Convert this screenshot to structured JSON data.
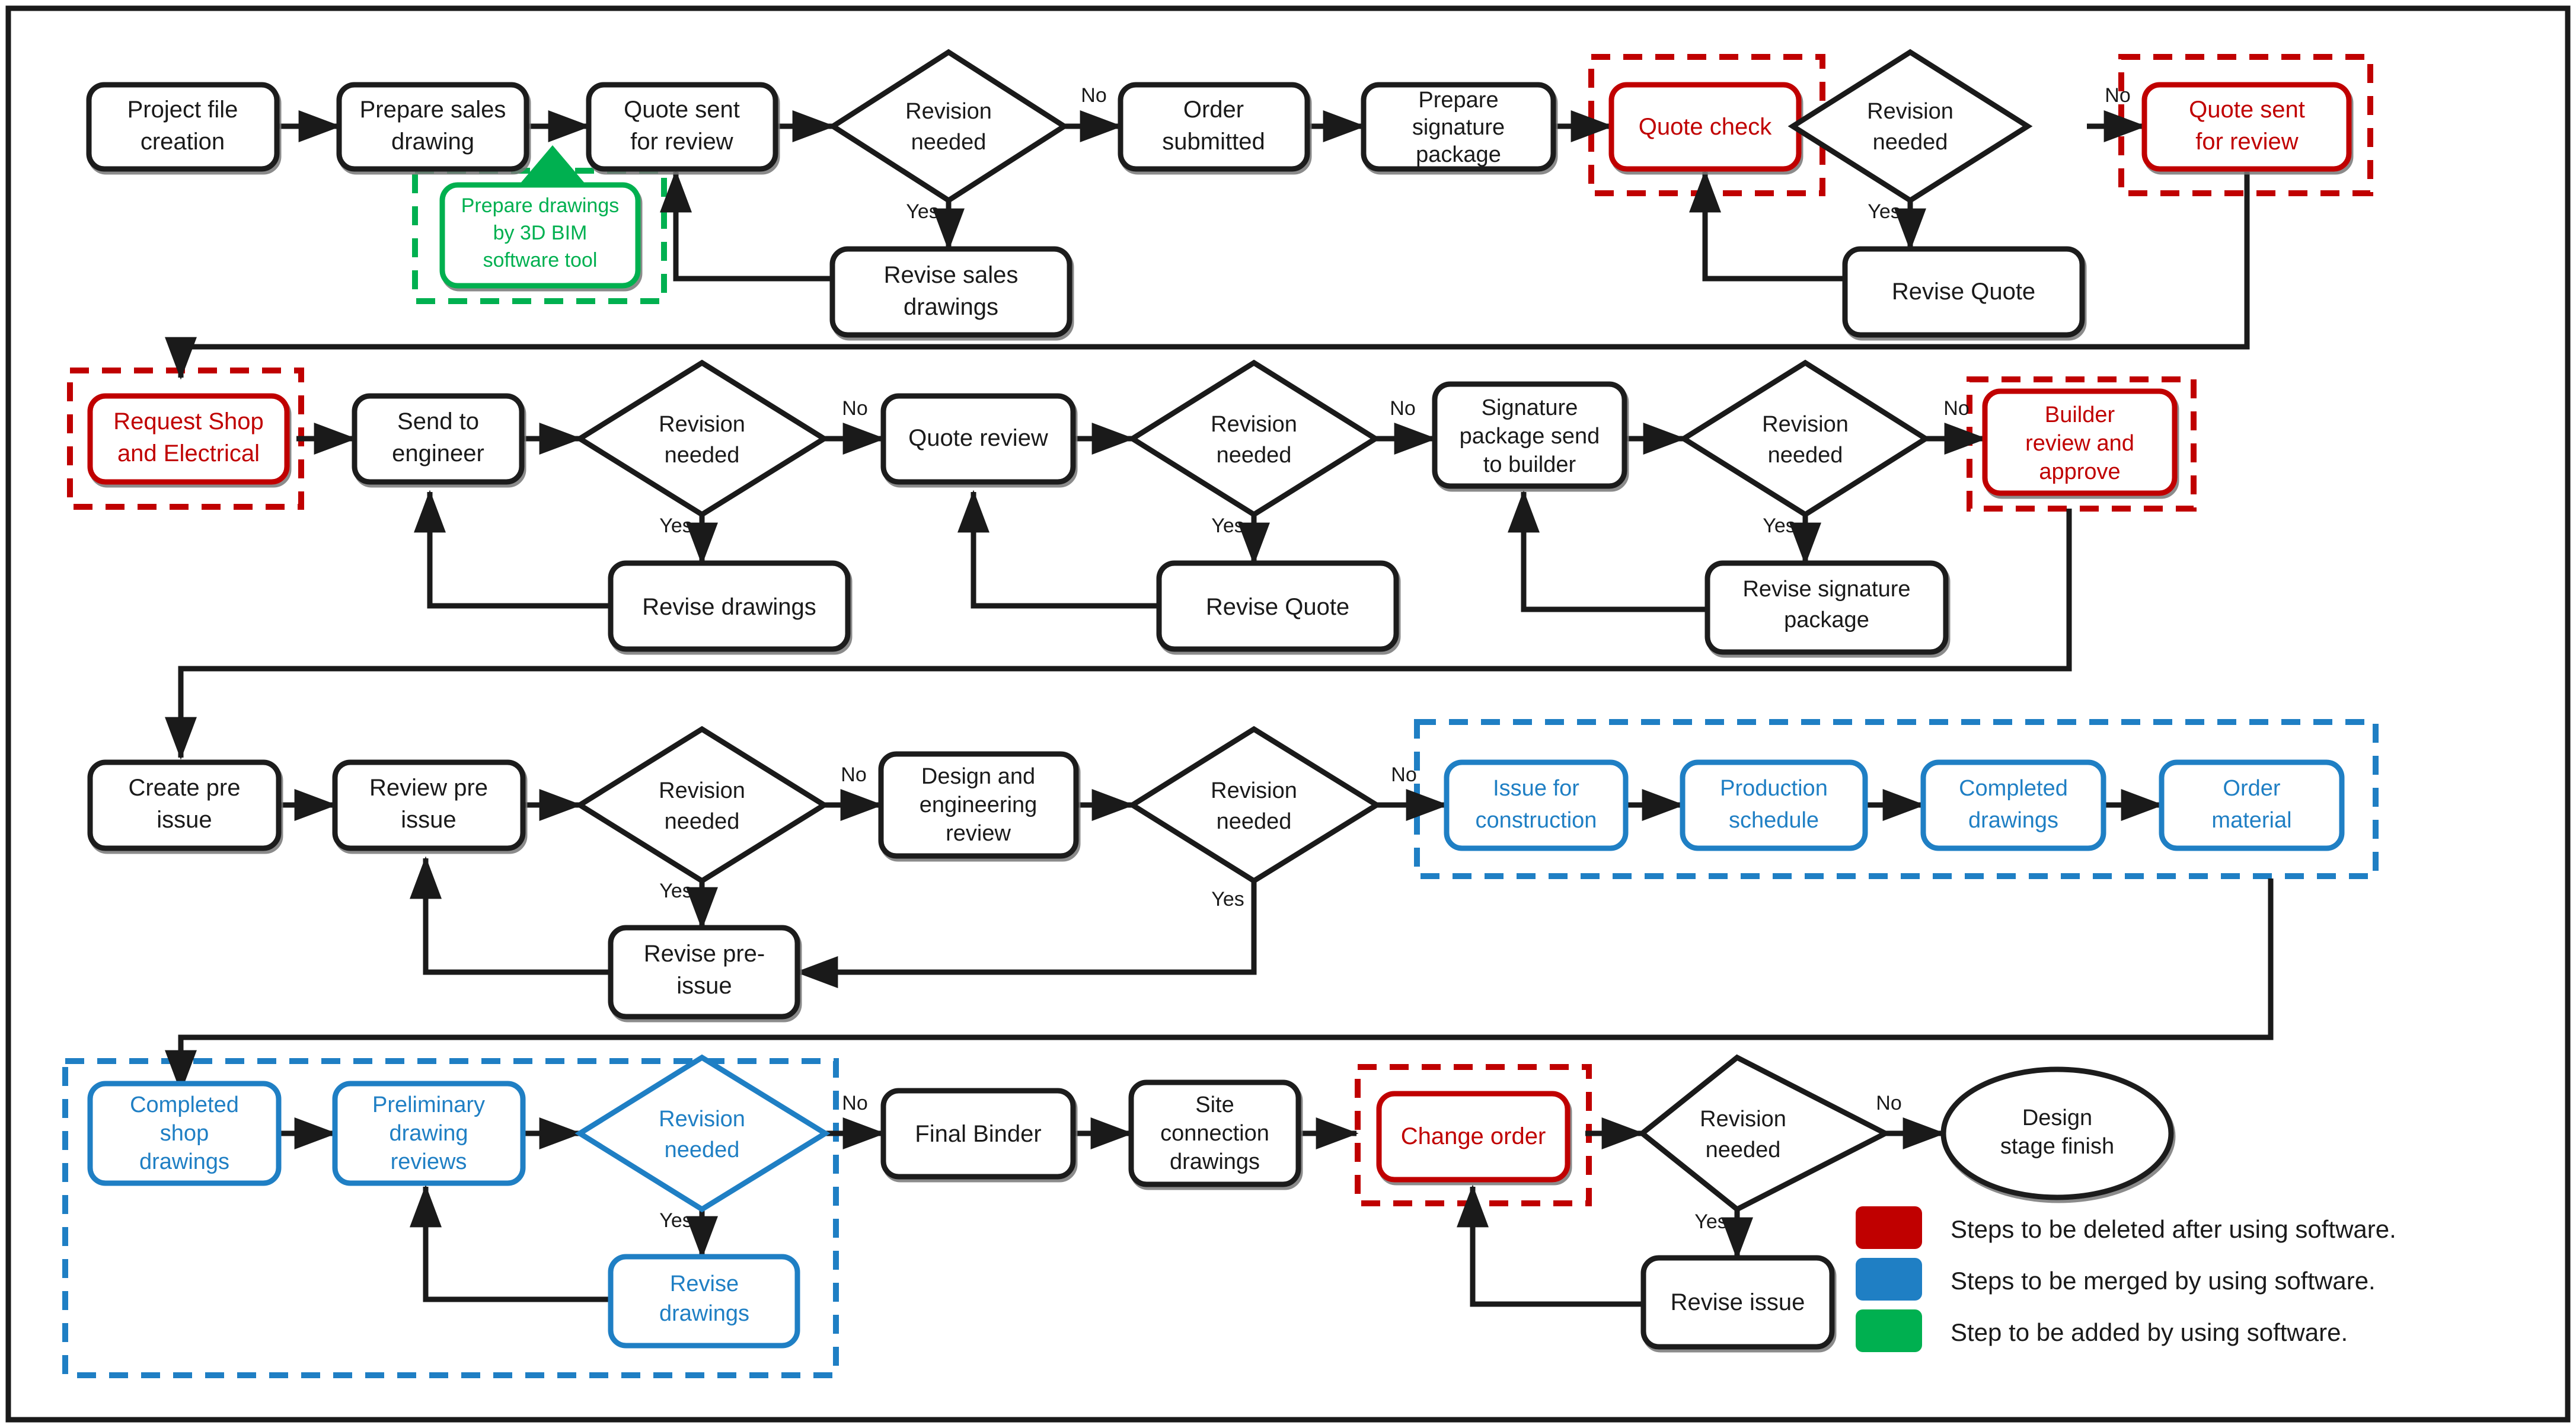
{
  "diagram": {
    "title": "Design stage process flowchart with software improvement annotations",
    "colors": {
      "black": "#1a1a1a",
      "red": "#c00000",
      "blue": "#1f7fc4",
      "green": "#00b050",
      "white": "#ffffff"
    },
    "edge_labels": {
      "yes": "Yes",
      "no": "No"
    }
  },
  "legend": {
    "items": [
      {
        "color": "#c00000",
        "label": "Steps to be deleted after using software."
      },
      {
        "color": "#1f7fc4",
        "label": "Steps to be merged by using software."
      },
      {
        "color": "#00b050",
        "label": "Step to be added by using software."
      }
    ]
  },
  "rows": [
    {
      "id": "row-1",
      "nodes": [
        {
          "id": "project-file-creation",
          "shape": "process",
          "color": "black",
          "lines": [
            "Project file",
            "creation"
          ]
        },
        {
          "id": "prepare-sales-drawing",
          "shape": "process",
          "color": "black",
          "lines": [
            "Prepare sales",
            "drawing"
          ]
        },
        {
          "id": "quote-sent-for-review-1",
          "shape": "process",
          "color": "black",
          "lines": [
            "Quote sent",
            "for review"
          ]
        },
        {
          "id": "revision-needed-1",
          "shape": "decision",
          "color": "black",
          "lines": [
            "Revision",
            "needed"
          ]
        },
        {
          "id": "order-submitted",
          "shape": "process",
          "color": "black",
          "lines": [
            "Order",
            "submitted"
          ]
        },
        {
          "id": "prepare-signature-package",
          "shape": "process",
          "color": "black",
          "lines": [
            "Prepare",
            "signature",
            "package"
          ]
        },
        {
          "id": "quote-check",
          "shape": "process",
          "color": "red",
          "highlight": "red-dashed",
          "lines": [
            "Quote check"
          ]
        },
        {
          "id": "revision-needed-2",
          "shape": "decision",
          "color": "black",
          "lines": [
            "Revision",
            "needed"
          ]
        },
        {
          "id": "quote-sent-for-review-2",
          "shape": "process",
          "color": "red",
          "highlight": "red-dashed",
          "lines": [
            "Quote sent",
            "for review"
          ]
        },
        {
          "id": "revise-sales-drawings",
          "shape": "process",
          "color": "black",
          "lines": [
            "Revise sales",
            "drawings"
          ]
        },
        {
          "id": "revise-quote-1",
          "shape": "process",
          "color": "black",
          "lines": [
            "Revise Quote"
          ]
        },
        {
          "id": "prepare-drawings-3d-bim",
          "shape": "process",
          "color": "green",
          "highlight": "green-dashed",
          "lines": [
            "Prepare drawings",
            "by 3D BIM",
            "software tool"
          ]
        }
      ]
    },
    {
      "id": "row-2",
      "nodes": [
        {
          "id": "request-shop-and-electrical",
          "shape": "process",
          "color": "red",
          "highlight": "red-dashed",
          "lines": [
            "Request Shop",
            "and Electrical"
          ]
        },
        {
          "id": "send-to-engineer",
          "shape": "process",
          "color": "black",
          "lines": [
            "Send to",
            "engineer"
          ]
        },
        {
          "id": "revision-needed-3",
          "shape": "decision",
          "color": "black",
          "lines": [
            "Revision",
            "needed"
          ]
        },
        {
          "id": "quote-review",
          "shape": "process",
          "color": "black",
          "lines": [
            "Quote review"
          ]
        },
        {
          "id": "revision-needed-4",
          "shape": "decision",
          "color": "black",
          "lines": [
            "Revision",
            "needed"
          ]
        },
        {
          "id": "signature-package-send-to-builder",
          "shape": "process",
          "color": "black",
          "lines": [
            "Signature",
            "package send",
            "to builder"
          ]
        },
        {
          "id": "revision-needed-5",
          "shape": "decision",
          "color": "black",
          "lines": [
            "Revision",
            "needed"
          ]
        },
        {
          "id": "builder-review-and-approve",
          "shape": "process",
          "color": "red",
          "highlight": "red-dashed",
          "lines": [
            "Builder",
            "review and",
            "approve"
          ]
        },
        {
          "id": "revise-drawings-1",
          "shape": "process",
          "color": "black",
          "lines": [
            "Revise drawings"
          ]
        },
        {
          "id": "revise-quote-2",
          "shape": "process",
          "color": "black",
          "lines": [
            "Revise Quote"
          ]
        },
        {
          "id": "revise-signature-package",
          "shape": "process",
          "color": "black",
          "lines": [
            "Revise signature",
            "package"
          ]
        }
      ]
    },
    {
      "id": "row-3",
      "nodes": [
        {
          "id": "create-pre-issue",
          "shape": "process",
          "color": "black",
          "lines": [
            "Create pre",
            "issue"
          ]
        },
        {
          "id": "review-pre-issue",
          "shape": "process",
          "color": "black",
          "lines": [
            "Review pre",
            "issue"
          ]
        },
        {
          "id": "revision-needed-6",
          "shape": "decision",
          "color": "black",
          "lines": [
            "Revision",
            "needed"
          ]
        },
        {
          "id": "design-and-engineering-review",
          "shape": "process",
          "color": "black",
          "lines": [
            "Design and",
            "engineering",
            "review"
          ]
        },
        {
          "id": "revision-needed-7",
          "shape": "decision",
          "color": "black",
          "lines": [
            "Revision",
            "needed"
          ]
        },
        {
          "id": "issue-for-construction",
          "shape": "process",
          "color": "blue",
          "lines": [
            "Issue for",
            "construction"
          ]
        },
        {
          "id": "production-schedule",
          "shape": "process",
          "color": "blue",
          "lines": [
            "Production",
            "schedule"
          ]
        },
        {
          "id": "completed-drawings",
          "shape": "process",
          "color": "blue",
          "lines": [
            "Completed",
            "drawings"
          ]
        },
        {
          "id": "order-material",
          "shape": "process",
          "color": "blue",
          "lines": [
            "Order",
            "material"
          ]
        },
        {
          "id": "revise-pre-issue",
          "shape": "process",
          "color": "black",
          "lines": [
            "Revise pre-",
            "issue"
          ]
        }
      ],
      "group": {
        "id": "blue-group-row-3",
        "color": "blue",
        "style": "dashed"
      }
    },
    {
      "id": "row-4",
      "nodes": [
        {
          "id": "completed-shop-drawings",
          "shape": "process",
          "color": "blue",
          "lines": [
            "Completed",
            "shop",
            "drawings"
          ]
        },
        {
          "id": "preliminary-drawing-reviews",
          "shape": "process",
          "color": "blue",
          "lines": [
            "Preliminary",
            "drawing",
            "reviews"
          ]
        },
        {
          "id": "revision-needed-8",
          "shape": "decision",
          "color": "blue",
          "lines": [
            "Revision",
            "needed"
          ]
        },
        {
          "id": "revise-drawings-2",
          "shape": "process",
          "color": "blue",
          "lines": [
            "Revise",
            "drawings"
          ]
        },
        {
          "id": "final-binder",
          "shape": "process",
          "color": "black",
          "lines": [
            "Final Binder"
          ]
        },
        {
          "id": "site-connection-drawings",
          "shape": "process",
          "color": "black",
          "lines": [
            "Site",
            "connection",
            "drawings"
          ]
        },
        {
          "id": "change-order",
          "shape": "process",
          "color": "red",
          "highlight": "red-dashed",
          "lines": [
            "Change order"
          ]
        },
        {
          "id": "revision-needed-9",
          "shape": "decision",
          "color": "black",
          "lines": [
            "Revision",
            "needed"
          ]
        },
        {
          "id": "design-stage-finish",
          "shape": "terminator",
          "color": "black",
          "lines": [
            "Design",
            "stage finish"
          ]
        },
        {
          "id": "revise-issue",
          "shape": "process",
          "color": "black",
          "lines": [
            "Revise issue"
          ]
        }
      ],
      "group": {
        "id": "blue-group-row-4",
        "color": "blue",
        "style": "dashed"
      }
    }
  ]
}
